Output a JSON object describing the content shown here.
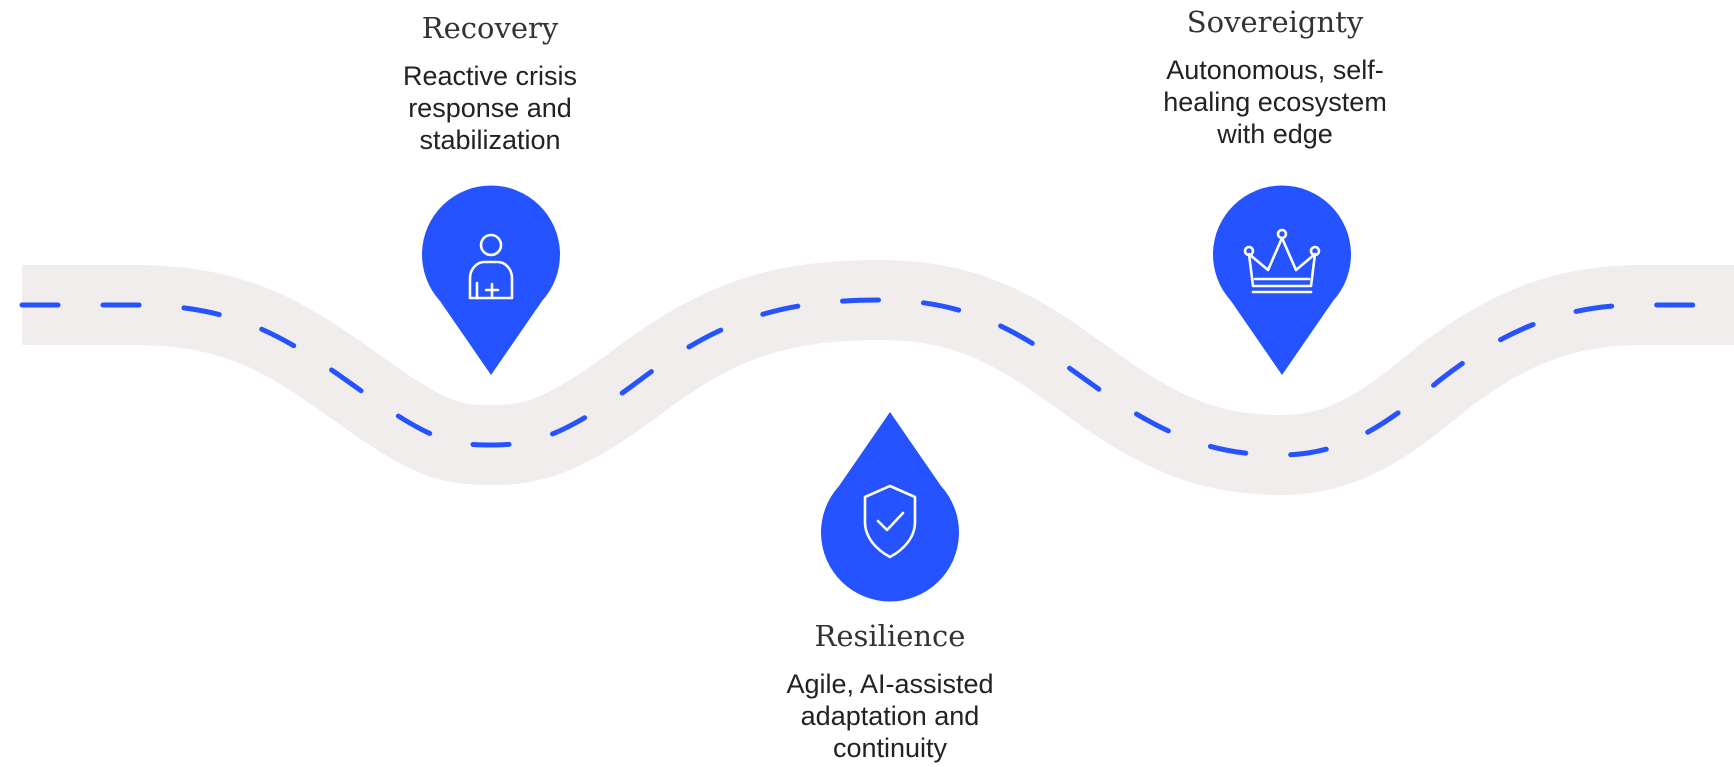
{
  "colors": {
    "accent": "#2453FF",
    "road": "#F1EDED",
    "icon_stroke": "#FFFFFF"
  },
  "stages": [
    {
      "id": "recovery",
      "title": "Recovery",
      "description": "Reactive crisis response and stabilization",
      "icon": "user-medical-icon"
    },
    {
      "id": "resilience",
      "title": "Resilience",
      "description": "Agile, AI-assisted adaptation and continuity",
      "icon": "shield-check-icon"
    },
    {
      "id": "sovereignty",
      "title": "Sovereignty",
      "description": "Autonomous, self-healing ecosystem with edge",
      "icon": "crown-icon"
    }
  ]
}
